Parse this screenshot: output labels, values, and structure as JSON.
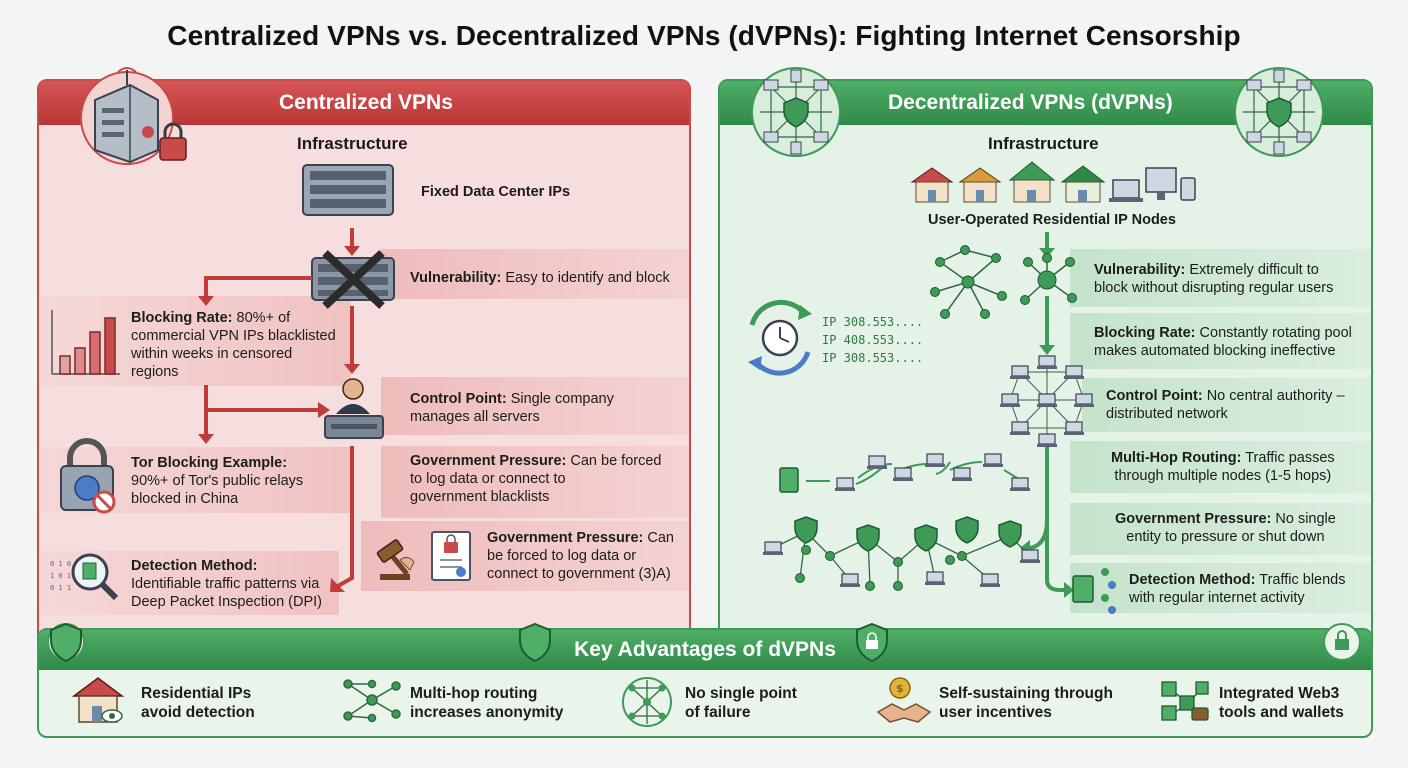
{
  "title": "Centralized VPNs vs. Decentralized VPNs (dVPNs): Fighting Internet Censorship",
  "colors": {
    "red": "#c94a4a",
    "green": "#3e9a57",
    "red_bg": "#f7dede",
    "green_bg": "#e5f2e8"
  },
  "centralized": {
    "header": "Centralized VPNs",
    "infrastructure_title": "Infrastructure",
    "infrastructure_label": "Fixed Data Center IPs",
    "vulnerability": {
      "label": "Vulnerability:",
      "text": "Easy to identify and block"
    },
    "blocking_rate": {
      "label": "Blocking Rate:",
      "line1": "80%+ of",
      "line2": "commercial VPN IPs blacklisted",
      "line3": "within weeks in censored",
      "line4": "regions"
    },
    "control_point": {
      "label": "Control Point:",
      "line1": "Single company",
      "line2": "manages all servers"
    },
    "tor_example": {
      "label": "Tor Blocking Example:",
      "line1": "90%+ of Tor's public relays",
      "line2": "blocked in China"
    },
    "gov_pressure_1": {
      "label": "Government Pressure:",
      "line1": "Can be forced",
      "line2": "to log data or connect to",
      "line3": "government blacklists"
    },
    "gov_pressure_2": {
      "label": "Government Pressure:",
      "line1": "Can",
      "line2": "be  forced to log data or",
      "line3": "connect to government (3)A)"
    },
    "detection": {
      "label": "Detection Method:",
      "line1": "Identifiable traffic patterns via",
      "line2": "Deep Packet Inspection (DPI)"
    },
    "icons": [
      "server-tower-icon",
      "server-rack-icon",
      "blocked-server-icon",
      "bar-chart-icon",
      "operator-icon",
      "padlock-globe-icon",
      "gavel-icon",
      "document-lock-icon",
      "magnifier-icon"
    ]
  },
  "decentralized": {
    "header": "Decentralized VPNs (dVPNs)",
    "infrastructure_title": "Infrastructure",
    "infrastructure_label": "User-Operated Residential IP Nodes",
    "vulnerability": {
      "label": "Vulnerability:",
      "line1": "Extremely difficult to",
      "line2": "block without disrupting regular users"
    },
    "blocking_rate": {
      "label": "Blocking Rate:",
      "line1": "Constantly rotating pool",
      "line2": "makes automated blocking ineffective"
    },
    "control_point": {
      "label": "Control Point:",
      "line1": "No central authority –",
      "line2": "distributed network"
    },
    "multi_hop": {
      "label": "Multi-Hop Routing:",
      "line1": "Traffic passes",
      "line2": "through multiple nodes (1-5 hops)"
    },
    "gov_pressure": {
      "label": "Government Pressure:",
      "line1": "No single",
      "line2": "entity to pressure or shut down"
    },
    "detection": {
      "label": "Detection Method:",
      "line1": "Traffic blends",
      "line2": "with regular internet activity"
    },
    "rotating_ips": [
      "IP 308.553....",
      "IP 408.553....",
      "IP 308.553...."
    ],
    "icons": [
      "mesh-shield-icon",
      "house-icon",
      "laptop-icon",
      "network-icon",
      "clock-rotate-icon",
      "shield-icon",
      "file-icon"
    ]
  },
  "key_advantages": {
    "title": "Key Advantages of dVPNs",
    "items": [
      {
        "line1": "Residential IPs",
        "line2": "avoid detection",
        "icon": "house-eye-icon"
      },
      {
        "line1": "Multi-hop routing",
        "line2": "increases anonymity",
        "icon": "multi-hop-icon"
      },
      {
        "line1": "No single point",
        "line2": "of failure",
        "icon": "mesh-icon"
      },
      {
        "line1": "Self-sustaining through",
        "line2": "user incentives",
        "icon": "handshake-coin-icon"
      },
      {
        "line1": "Integrated Web3",
        "line2": "tools and wallets",
        "icon": "blockchain-cubes-icon"
      }
    ]
  }
}
